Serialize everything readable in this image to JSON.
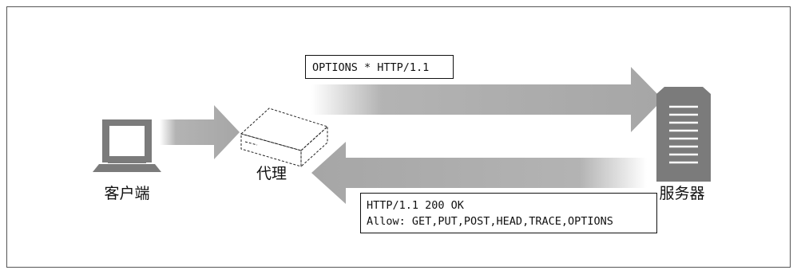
{
  "nodes": {
    "client": "客户端",
    "proxy": "代理",
    "server": "服务器"
  },
  "request": {
    "line": "OPTIONS * HTTP/1.1"
  },
  "response": {
    "status_line": "HTTP/1.1 200 OK",
    "allow_line": "Allow: GET,PUT,POST,HEAD,TRACE,OPTIONS"
  },
  "colors": {
    "arrow": "#a6a6a6",
    "icon_fill": "#7b7b7b",
    "border": "#555555"
  }
}
